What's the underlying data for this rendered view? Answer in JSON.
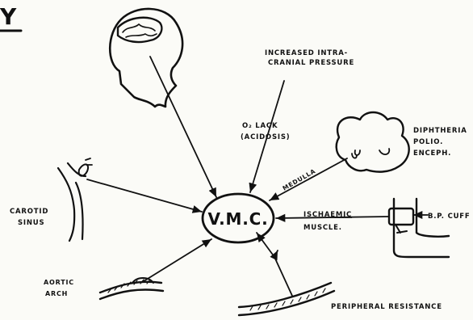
{
  "corner_mark": "Y",
  "center": {
    "label": "V.M.C."
  },
  "labels": {
    "icp_line1": "INCREASED INTRA-",
    "icp_line2": "CRANIAL PRESSURE",
    "o2_line1": "O₂ LACK",
    "o2_line2": "(ACIDOSIS)",
    "diph_line1": "DIPHTHERIA",
    "diph_line2": "POLIO.",
    "diph_line3": "ENCEPH.",
    "medulla": "MEDULLA",
    "carotid_line1": "CAROTID",
    "carotid_line2": "SINUS",
    "isch_line1": "ISCHAEMIC",
    "isch_line2": "MUSCLE.",
    "bp_cuff": "B.P. CUFF",
    "aortic_line1": "AORTIC",
    "aortic_line2": "ARCH",
    "peripheral": "PERIPHERAL RESISTANCE"
  },
  "icons": {
    "head": "human-head-with-brain",
    "medulla": "medulla-sketch",
    "arm": "arm-with-cuff",
    "carotid": "carotid-artery",
    "aorta": "aortic-arch",
    "vessel": "peripheral-vessel"
  }
}
